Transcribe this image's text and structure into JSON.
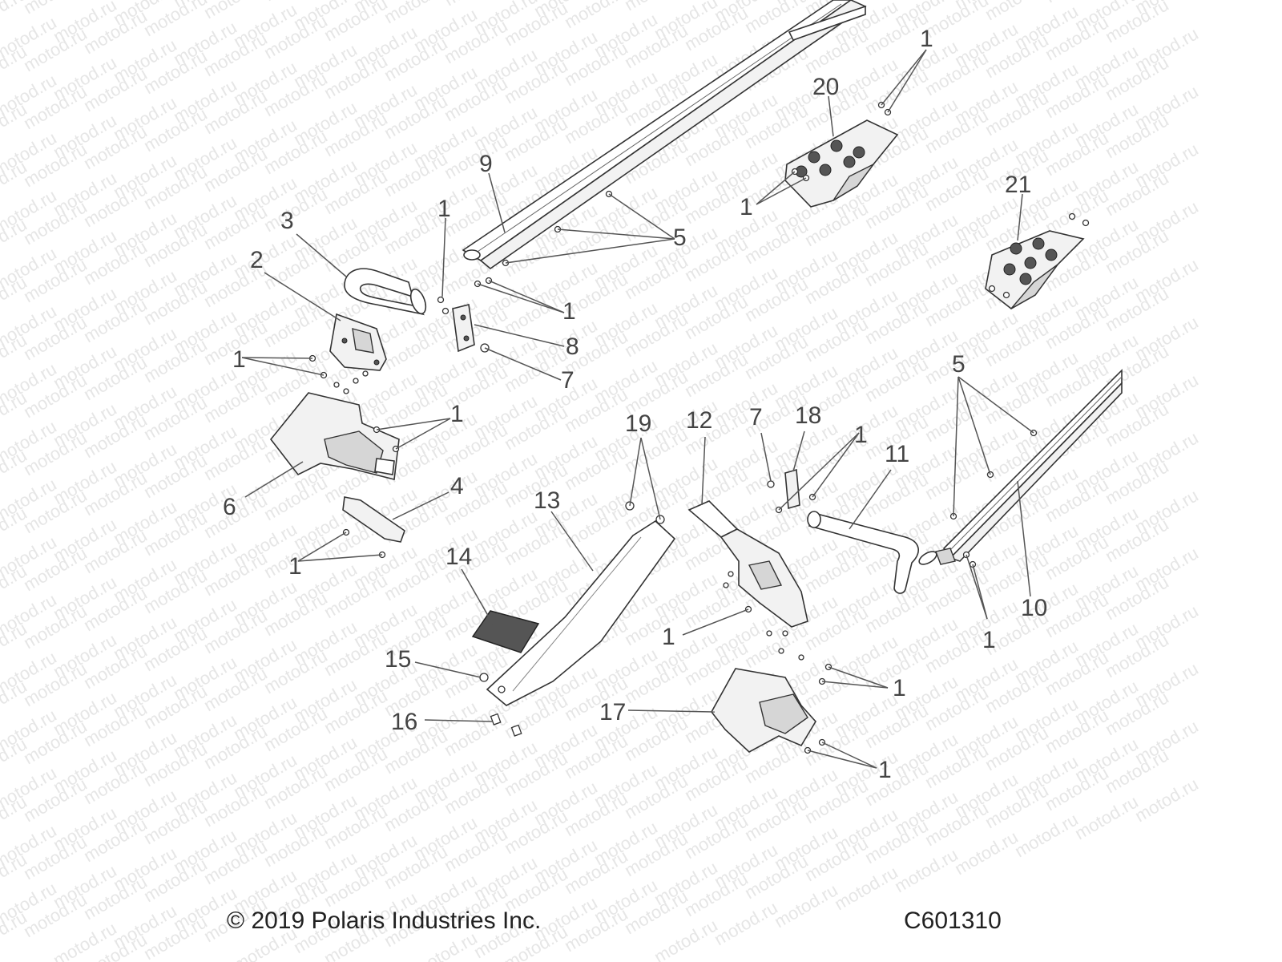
{
  "watermark": "motod.ru",
  "callouts": [
    "1",
    "2",
    "3",
    "4",
    "5",
    "6",
    "7",
    "8",
    "9",
    "10",
    "11",
    "12",
    "13",
    "14",
    "15",
    "16",
    "17",
    "18",
    "19",
    "20",
    "21"
  ],
  "copyright": "© 2019 Polaris Industries Inc.",
  "diagram_code": "C601310"
}
